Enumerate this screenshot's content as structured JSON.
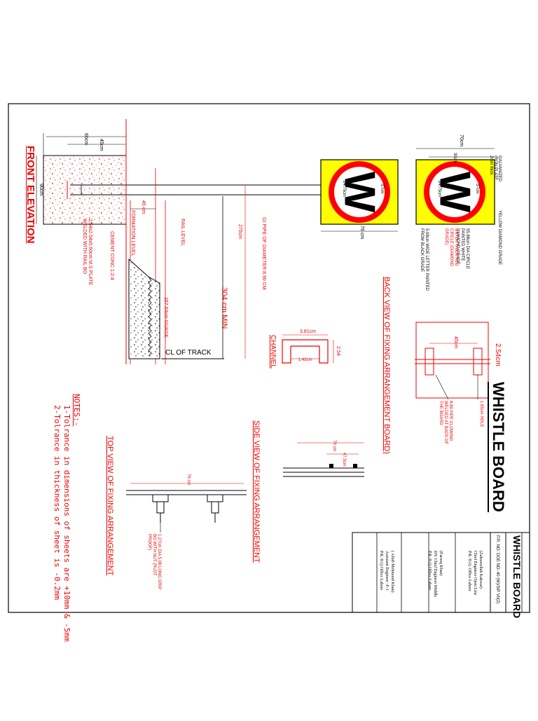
{
  "title": {
    "main": "WHISTLE BOARD",
    "block_title": "WHISTLE BOARD",
    "drawing_no": "P.R. NO: DGE NO: 40 (W)/SIP VII(2)"
  },
  "signatories": [
    {
      "name": "(Zahoorullah Kakwar)",
      "role": "Chief Engineer Open Line",
      "office": "P.R. H.Q. Office Lahore"
    },
    {
      "name": "(Farooq Khan)",
      "role": "DY. Chief Engineer Middle",
      "office": "P.R. H.Q Office Lahore"
    },
    {
      "name": "( Aftab Mehmood Khan)",
      "role": "Assistant Engineer -F-1",
      "office": "P.R. H.Q Office Lahore"
    }
  ],
  "views": {
    "front_elevation": "FRONT ELEVATION",
    "back_view": "BACK VIEW OF FIXING ARRANGEMENT BOARD)",
    "side_view": "SIDE VIEW OF FIXING ARRANGEMENT",
    "top_view": "TOP VIEW OF FIXING ARRANGEMENT",
    "channel": "CHANNEL"
  },
  "board": {
    "letter": "W",
    "colors": {
      "plate": "#ffff00",
      "circle": "#ff0000",
      "letter": "#000000",
      "ink": "#ff0000"
    },
    "labels": {
      "galvanized": "GALVANIZED IRON PLATE 2mm thick",
      "yellow": "YELLOW DIAMOND GRADE",
      "circle": "55.88cm DIA CIRCLE PAINTED WHITE DIAMOND GRADE",
      "ring": "8.67cm THICK RED CIRCLE (DIAMOND GRADE)",
      "letter": "5.08cm WIDE LETTER PAINTED FROM BLACK GRADE"
    },
    "dims": {
      "width": "76 cm",
      "h70": "70cm",
      "h30": "30cm",
      "letter_h": "37cm",
      "letter_w": "24.75cm"
    }
  },
  "elevation_dims": {
    "d45": "45cm",
    "d60": "60cm",
    "d90": "90cm",
    "d45b": "45 cm",
    "d275": "275cm",
    "d304": "304 cm MIN",
    "formation": "FORMATION LEVEL",
    "rail": "RAIL LEVEL",
    "cement": "CEMENT CONC 1:2:4",
    "plate": "2.54x2.54x0.60cm M.S PLATE WELDED WITH RAIL BO",
    "gi_pipe": "GI PIPE OF DIAMETER 8.90 CM",
    "gauge": "167.64cm GUAGE",
    "cl_track": "CL OF TRACK"
  },
  "details": {
    "back_45": "45cm",
    "back_254": "2.54cm",
    "back_holes": "1.65cm HOLE",
    "back_welded": "8.89 PIPE CLOWING WELDED AT BACK OF THE BOARD",
    "channel_w": "3.81cm",
    "channel_h": "2.54",
    "channel_in": "1.42cm",
    "side_76": "76 cm",
    "side_45": "47.5cm",
    "top_76": "76 cm",
    "bolt": "1.27cm DIA 5.08 LONG GRIP BO WITH NUT (RUST PROOF)"
  },
  "notes": {
    "heading": "NOTES:-",
    "items": [
      "1-Tolrance in dimensions of sheets are +10mm & -5mm",
      "2-Tolrance in thickness of sheet is -0.2mm"
    ]
  }
}
